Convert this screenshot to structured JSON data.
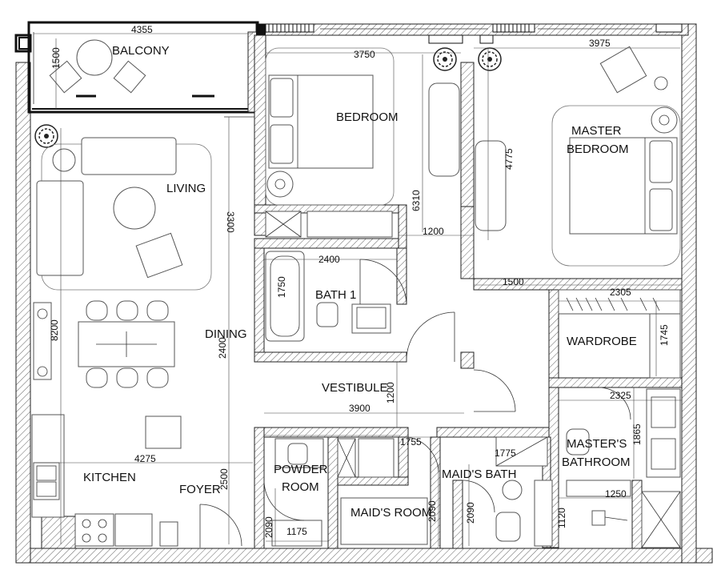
{
  "rooms": {
    "balcony": "BALCONY",
    "living": "LIVING",
    "dining": "DINING",
    "kitchen": "KITCHEN",
    "foyer": "FOYER",
    "bedroom": "BEDROOM",
    "bath1": "BATH 1",
    "vestibule": "VESTIBULE",
    "powder_line1": "POWDER",
    "powder_line2": "ROOM",
    "maids_room": "MAID'S ROOM",
    "maids_bath": "MAID'S BATH",
    "master_bedroom_line1": "MASTER",
    "master_bedroom_line2": "BEDROOM",
    "wardrobe": "WARDROBE",
    "masters_bathroom_line1": "MASTER'S",
    "masters_bathroom_line2": "BATHROOM"
  },
  "dimensions": {
    "balcony_width": "4355",
    "balcony_depth": "1500",
    "bedroom_width": "3750",
    "master_width": "3975",
    "living_height": "3300",
    "corridor_height": "6310",
    "master_height": "4775",
    "bedroom_closet": "1200",
    "bath1_width": "2400",
    "bath1_height": "1750",
    "corridor_width": "1500",
    "wardrobe_width": "2305",
    "wardrobe_height": "1745",
    "left_total": "8200",
    "dining_height": "2400",
    "vestibule_width": "3900",
    "vestibule_height": "1200",
    "masters_bath_width": "2325",
    "masters_bath_height": "1865",
    "kitchen_width": "4275",
    "foyer_height": "2500",
    "powder_height": "2090",
    "powder_width": "1175",
    "maids_width": "1755",
    "maids_height": "2090",
    "maids_bath_width": "1775",
    "maids_bath_height": "2090",
    "shower_width": "1250",
    "shower_height": "1120"
  }
}
